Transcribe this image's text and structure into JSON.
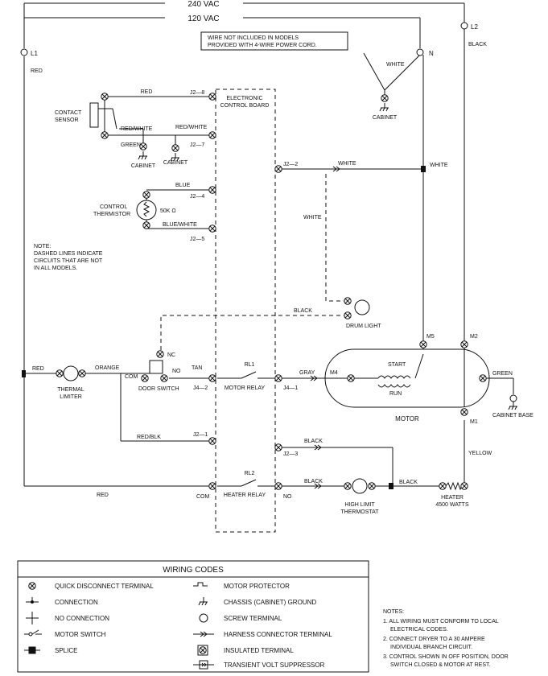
{
  "supply": {
    "v240": "240 VAC",
    "v120": "120 VAC",
    "l1": "L1",
    "l2": "L2",
    "n": "N",
    "red": "RED",
    "black": "BLACK",
    "white": "WHITE",
    "white2": "WHITE",
    "cabinet": "CABINET",
    "note_line1": "WIRE NOT INCLUDED IN MODELS",
    "note_line2": "PROVIDED WITH 4-WIRE POWER CORD."
  },
  "board": {
    "title1": "ELECTRONIC",
    "title2": "CONTROL BOARD",
    "j28": "J2—8",
    "j27": "J2—7",
    "j22": "J2—2",
    "j24": "J2—4",
    "j25": "J2—5",
    "j21": "J2—1",
    "j23": "J2—3",
    "j42": "J4—2",
    "j41": "J4—1",
    "com": "COM",
    "no": "NO"
  },
  "sensor": {
    "label1": "CONTACT",
    "label2": "SENSOR",
    "red": "RED",
    "red_white": "RED/WHITE",
    "red_white2": "RED/WHITE",
    "green": "GREEN",
    "cabinet1": "CABINET",
    "cabinet2": "CABINET"
  },
  "thermistor": {
    "label1": "CONTROL",
    "label2": "THERMISTOR",
    "ohms": "50K Ω",
    "blue": "BLUE",
    "blue_white": "BLUE/WHITE"
  },
  "note": {
    "title": "NOTE:",
    "line1": "DASHED LINES INDICATE",
    "line2": "CIRCUITS THAT ARE NOT",
    "line3": "IN ALL MODELS."
  },
  "drum": {
    "white": "WHITE",
    "white_vert": "WHITE",
    "black": "BLACK",
    "label": "DRUM LIGHT"
  },
  "door": {
    "nc": "NC",
    "no": "NO",
    "com": "COM",
    "label": "DOOR SWITCH"
  },
  "wires": {
    "red": "RED",
    "orange": "ORANGE",
    "tan": "TAN",
    "gray": "GRAY",
    "red_blk": "RED/BLK",
    "black_j23": "BLACK",
    "black_heater": "BLACK",
    "black_thermo": "BLACK",
    "red_bottom": "RED",
    "yellow": "YELLOW",
    "green": "GREEN"
  },
  "thermal": {
    "label1": "THERMAL",
    "label2": "LIMITER"
  },
  "relays": {
    "rl1": "RL1",
    "rl1_label": "MOTOR RELAY",
    "rl2": "RL2",
    "rl2_label": "HEATER RELAY"
  },
  "motor": {
    "m5": "M5",
    "m2": "M2",
    "m4": "M4",
    "m1": "M1",
    "start": "START",
    "run": "RUN",
    "label": "MOTOR",
    "cabinet_base": "CABINET BASE"
  },
  "heater": {
    "thermostat1": "HIGH LIMIT",
    "thermostat2": "THERMOSTAT",
    "label": "HEATER",
    "watts": "4500 WATTS"
  },
  "legend": {
    "title": "WIRING CODES",
    "items": [
      "QUICK DISCONNECT TERMINAL",
      "CONNECTION",
      "NO CONNECTION",
      "MOTOR SWITCH",
      "SPLICE",
      "MOTOR PROTECTOR",
      "CHASSIS (CABINET) GROUND",
      "SCREW TERMINAL",
      "HARNESS CONNECTOR TERMINAL",
      "INSULATED TERMINAL",
      "TRANSIENT VOLT SUPPRESSOR"
    ]
  },
  "notes": {
    "title": "NOTES:",
    "lines": [
      "1. ALL WIRING MUST CONFORM TO LOCAL",
      "ELECTRICAL CODES.",
      "2. CONNECT DRYER TO A 30 AMPERE",
      "INDIVIDUAL BRANCH CIRCUIT.",
      "3. CONTROL SHOWN IN OFF POSITION, DOOR",
      "SWITCH CLOSED & MOTOR AT REST."
    ]
  }
}
